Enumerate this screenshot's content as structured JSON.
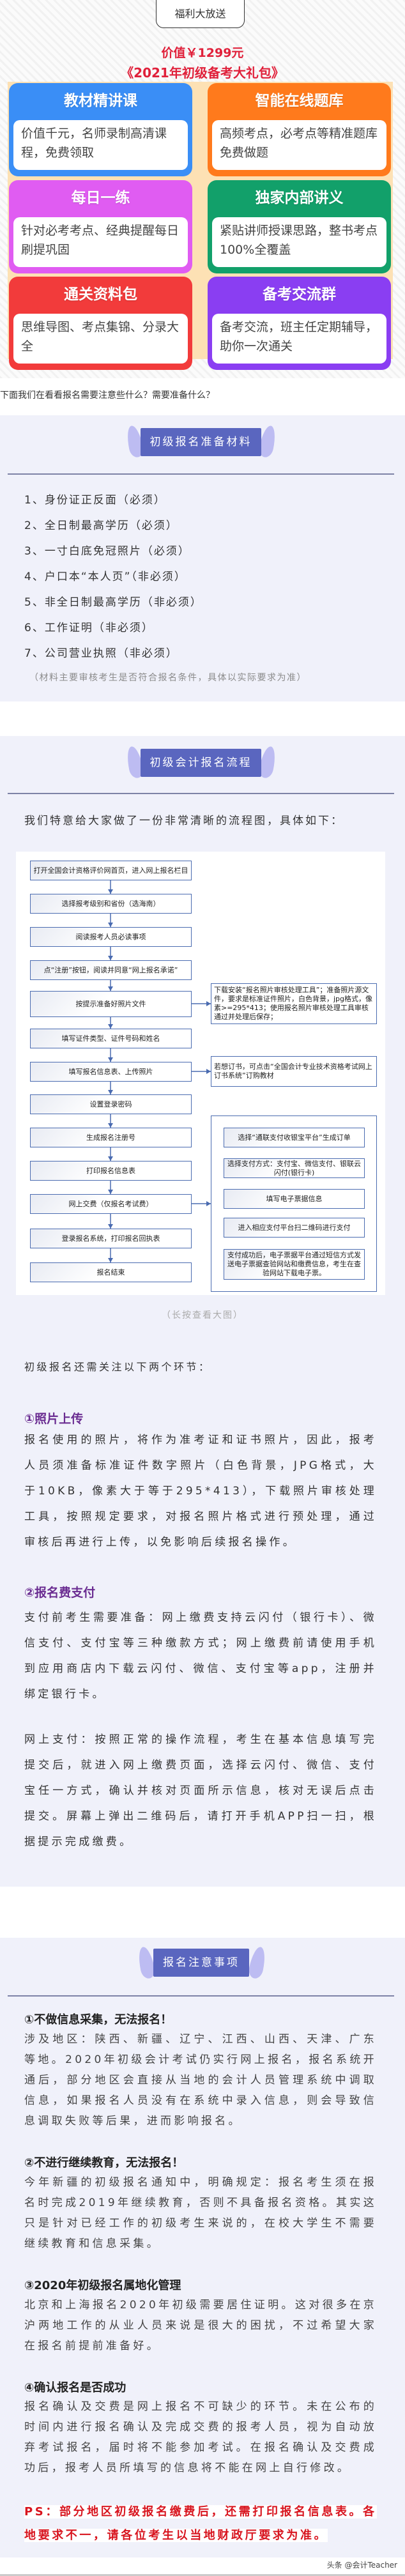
{
  "promo": {
    "tab": "福利大放送",
    "price": "价值￥1299元",
    "title": "《2021年初级备考大礼包》",
    "cards": [
      {
        "title": "教材精讲课",
        "body": "价值千元，名师录制高清课程，免费领取",
        "color": "#3a8ef6"
      },
      {
        "title": "智能在线题库",
        "body": "高频考点，必考点等精准题库免费做题",
        "color": "#ff7a1c"
      },
      {
        "title": "每日一练",
        "body": "针对必考考点、经典提醒每日刷提巩固",
        "color": "#e05cf2"
      },
      {
        "title": "独家内部讲义",
        "body": "紧贴讲师授课思路，整书考点100%全覆盖",
        "color": "#12a06a"
      },
      {
        "title": "通关资料包",
        "body": "思维导图、考点集锦、分录大全",
        "color": "#f23b3b"
      },
      {
        "title": "备考交流群",
        "body": "备考交流，班主任定期辅导，助你一次通关",
        "color": "#8a3ef2"
      }
    ]
  },
  "intro": "下面我们在看看报名需要注意些什么？需要准备什么？",
  "materials": {
    "badge": "初级报名准备材料",
    "items": [
      "1、身份证正反面（必须）",
      "2、全日制最高学历（必须）",
      "3、一寸白底免冠照片（必须）",
      "4、户口本“本人页”（非必须）",
      "5、非全日制最高学历（非必须）",
      "6、工作证明（非必须）",
      "7、公司营业执照（非必须）"
    ],
    "note": "（材料主要审核考生是否符合报名条件，具体以实际要求为准）"
  },
  "process": {
    "badge": "初级会计报名流程",
    "intro": "我们特意给大家做了一份非常清晰的流程图，具体如下：",
    "flow": {
      "steps": [
        "打开全国会计资格评价网首页，进入网上报名栏目",
        "选择报考级别和省份（选海南）",
        "阅读报考人员必读事项",
        "点“注册”按钮，阅读并同意“网上报名承诺”",
        "按提示准备好照片文件",
        "填写证件类型、证件号码和姓名",
        "填写报名信息表、上传照片",
        "设置登录密码",
        "生成报名注册号",
        "打印报名信息表",
        "网上交费（仅报名考试费）",
        "登录报名系统，打印报名回执表",
        "报名结束"
      ],
      "photo_note": "下载安装“报名照片审核处理工具”；准备照片源文件，要求是标准证件照片，白色背景，jpg格式，像素>=295*413；使用报名照片审核处理工具审核通过并处理后保存；",
      "book_note": "若想订书，可点击“全国会计专业技术资格考试网上订书系统”订购教材",
      "payment": [
        "选择“通联支付收银宝平台”生成订单",
        "选择支付方式：支付宝、微信支付、银联云闪付(银行卡)",
        "填写电子票据信息",
        "进入相应支付平台扫二维码进行支付",
        "支付成功后，电子票据平台通过短信方式发送电子票据查验网站和缴费信息，考生在查验网站下载电子票。"
      ]
    },
    "caption": "（长按查看大图）",
    "lead": "初级报名还需关注以下两个环节：",
    "photo_h": "①照片上传",
    "photo_p": "报名使用的照片，将作为准考证和证书照片，因此，报考人员须准备标准证件数字照片（白色背景，JPG格式，大于10KB，像素大于等于295*413），下载照片审核处理工具，按照规定要求，对报名照片格式进行预处理，通过审核后再进行上传，以免影响后续报名操作。",
    "pay_h": "②报名费支付",
    "pay_p1": "支付前考生需要准备：网上缴费支持云闪付（银行卡）、微信支付、支付宝等三种缴款方式；网上缴费前请使用手机到应用商店内下载云闪付、微信、支付宝等app，注册并绑定银行卡。",
    "pay_p2": "网上支付：按照正常的操作流程，考生在基本信息填写完提交后，就进入网上缴费页面，选择云闪付、微信、支付宝任一方式，确认并核对页面所示信息，核对无误后点击提交。屏幕上弹出二维码后，请打开手机APP扫一扫，根据提示完成缴费。"
  },
  "notice": {
    "badge": "报名注意事项",
    "items": [
      {
        "h": "①不做信息采集，无法报名！",
        "p": "涉及地区：陕西、新疆、辽宁、江西、山西、天津、广东等地。2020年初级会计考试仍实行网上报名，报名系统开通后，部分地区会直接从当地的会计人员管理系统中调取信息，如果报名人员没有在系统中录入信息，则会导致信息调取失败等后果，进而影响报名。"
      },
      {
        "h": "②不进行继续教育，无法报名！",
        "p": "今年新疆的初级报名通知中，明确规定：报名考生须在报名时完成2019年继续教育，否则不具备报名资格。其实这只是针对已经工作的初级考生来说的，在校大学生不需要继续教育和信息采集。"
      },
      {
        "h": "③2020年初级报名属地化管理",
        "p": "北京和上海报名2020年初级需要居住证明。这对很多在京沪两地工作的从业人员来说是很大的困扰，不过希望大家在报名前提前准备好。"
      },
      {
        "h": "④确认报名是否成功",
        "p": "报名确认及交费是网上报名不可缺少的环节。未在公布的时间内进行报名确认及完成交费的报考人员，视为自动放弃考试报名，届时将不能参加考试。在报名确认及交费成功后，报考人员所填写的信息将不能在网上自行修改。"
      }
    ],
    "ps": "PS：部分地区初级报名缴费后，还需打印报名信息表。各地要求不一，请各位考生以当地财政厅要求为准。"
  },
  "watermark": "头条 @会计Teacher"
}
